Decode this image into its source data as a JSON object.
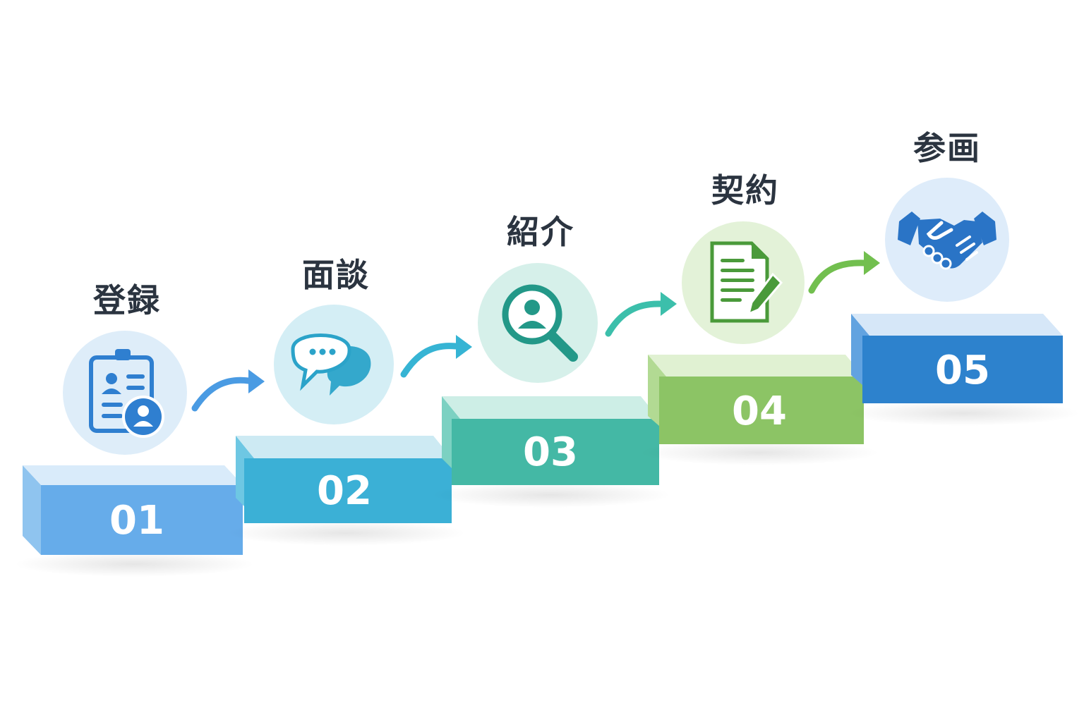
{
  "steps": [
    {
      "label": "登録",
      "number": "01",
      "icon": "registration-clipboard-icon",
      "color": {
        "front": "#66acea",
        "top": "#d9ebfa",
        "side": "#8fc4ef",
        "circle": "#deedf9",
        "icon": "#2f7fd0"
      }
    },
    {
      "label": "面談",
      "number": "02",
      "icon": "chat-bubbles-icon",
      "color": {
        "front": "#3bb0d6",
        "top": "#cdeaf3",
        "side": "#6ec7e3",
        "circle": "#d4eef5",
        "icon": "#2ba3c9"
      }
    },
    {
      "label": "紹介",
      "number": "03",
      "icon": "person-search-icon",
      "color": {
        "front": "#44b8a5",
        "top": "#cdeee6",
        "side": "#7cd1c2",
        "circle": "#d6f0ea",
        "icon": "#239888"
      }
    },
    {
      "label": "契約",
      "number": "04",
      "icon": "contract-document-icon",
      "color": {
        "front": "#8cc465",
        "top": "#e0f1d2",
        "side": "#b2da93",
        "circle": "#e3f2d8",
        "icon": "#4a9a3a"
      }
    },
    {
      "label": "参画",
      "number": "05",
      "icon": "handshake-icon",
      "color": {
        "front": "#2d82cd",
        "top": "#d6e7f8",
        "side": "#62a3e0",
        "circle": "#deecfa",
        "icon": "#2a74c6"
      }
    }
  ]
}
